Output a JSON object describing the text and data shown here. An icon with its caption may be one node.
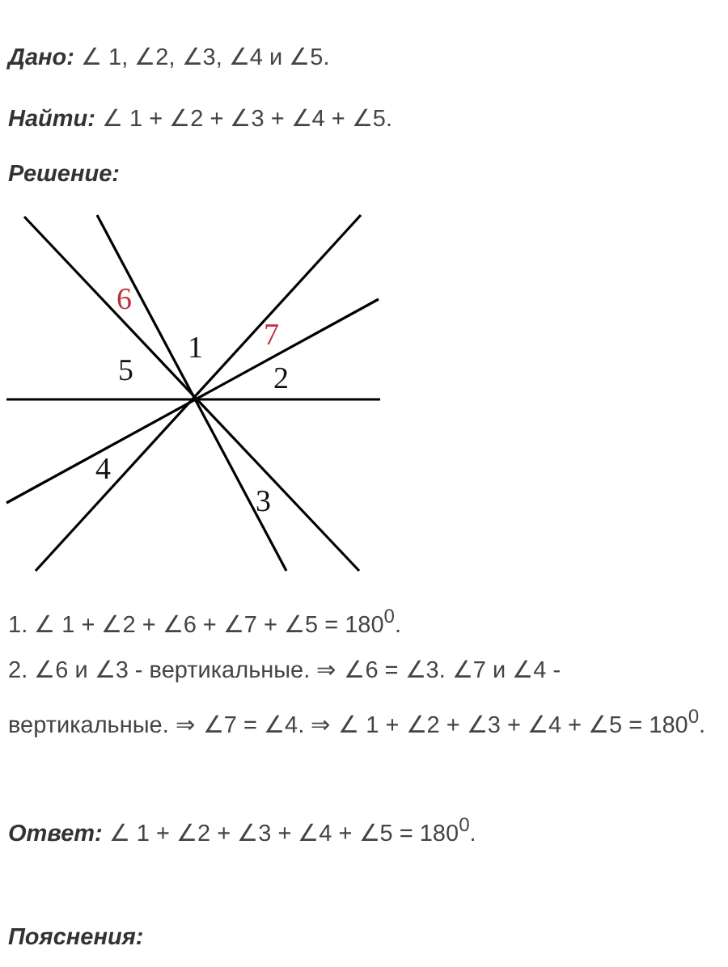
{
  "diagram": {
    "labels": [
      "**Дано:** ∠ 1, ∠2, ∠3, ∠4 и ∠5.",
      "**Найти:** ∠ 1 + ∠2 + ∠3 + ∠4 + ∠5.",
      "Решение:",
      "6",
      "1",
      "7",
      "5",
      "2",
      "4",
      "3",
      "1. ∠ 1 + ∠2 + ∠6 + ∠7 + ∠5 = 180$^{0}$.",
      "2. ∠6 и ∠3 - вертикальные. ⇒ ∠6 = ∠3. ∠7 и ∠4 - вертикальные. ⇒ ∠7 = ∠4. ⇒ ∠ 1 + ∠2 + ∠3 + ∠4 + ∠5 = 180$^{0}$.",
      "**Ответ:** ∠ 1 + ∠2 + ∠3 + ∠4 + ∠5 = 180$^{0}$.",
      "Пояснения:"
    ]
  }
}
